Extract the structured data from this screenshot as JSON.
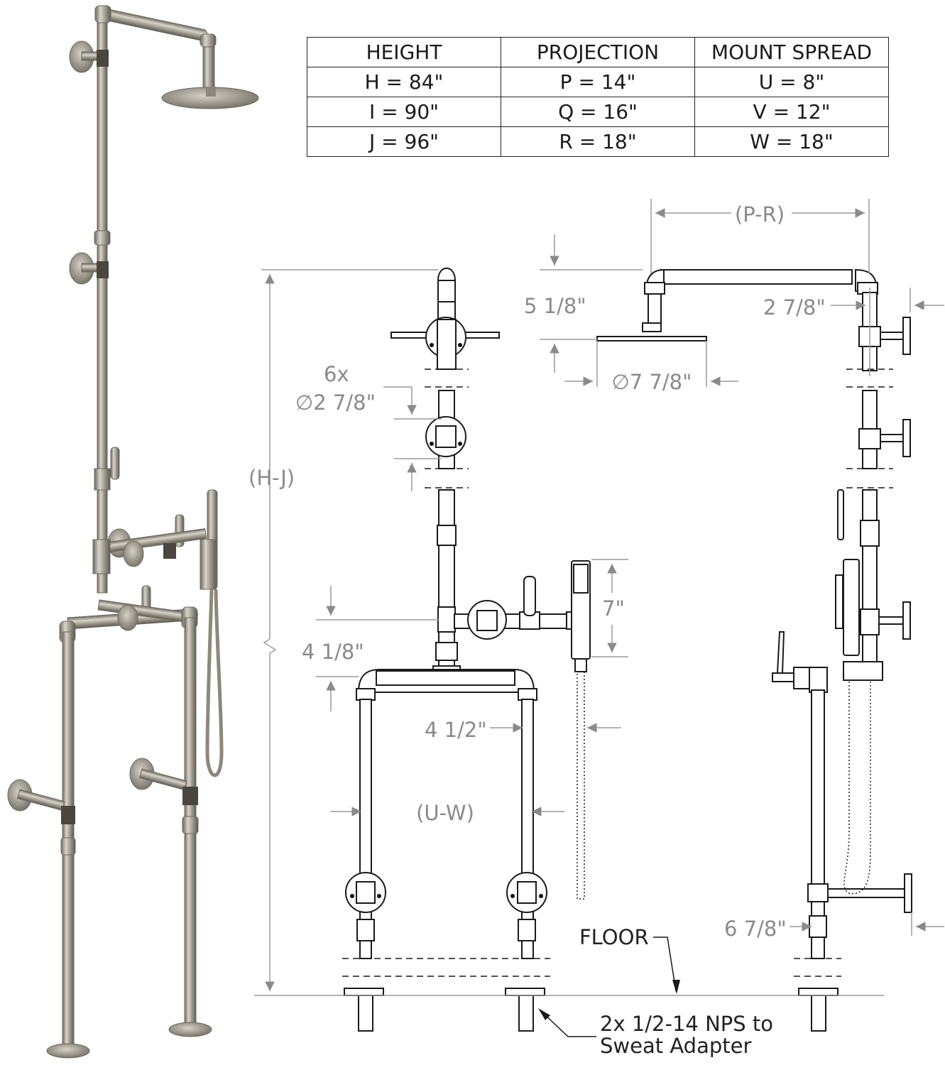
{
  "table": {
    "headers": [
      "HEIGHT",
      "PROJECTION",
      "MOUNT SPREAD"
    ],
    "rows": [
      [
        "H = 84\"",
        "P = 14\"",
        "U = 8\""
      ],
      [
        "I = 90\"",
        "Q = 16\"",
        "V = 12\""
      ],
      [
        "J = 96\"",
        "R = 18\"",
        "W = 18\""
      ]
    ]
  },
  "dimensions": {
    "projection": "(P-R)",
    "height": "(H-J)",
    "arm_drop": "5 1/8\"",
    "head_diameter": "∅7 7/8\"",
    "flange_offset_top": "2 7/8\"",
    "flange_count": "6x",
    "flange_diameter": "∅2 7/8\"",
    "handheld": "7\"",
    "tee_offset": "4 1/8\"",
    "leg_offset": "4 1/2\"",
    "mount_spread": "(U-W)",
    "flange_offset_bottom": "6 7/8\""
  },
  "labels": {
    "floor": "FLOOR",
    "adapter_line1": "2x 1/2-14 NPS to",
    "adapter_line2": "Sweat Adapter"
  }
}
